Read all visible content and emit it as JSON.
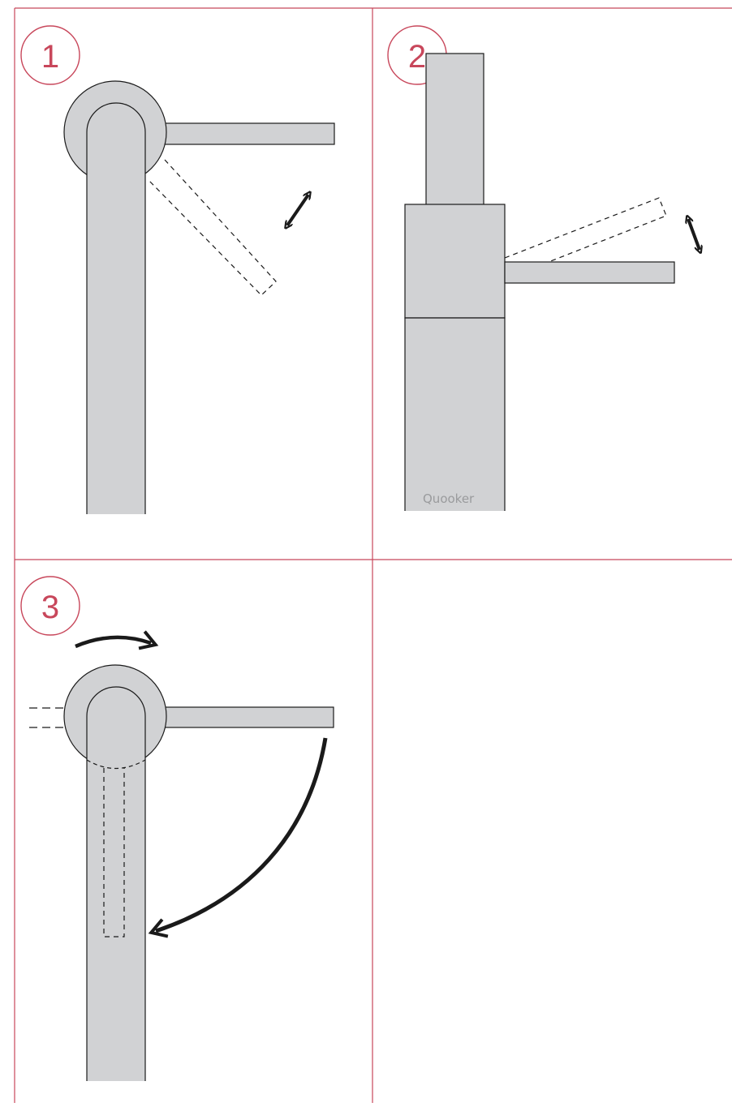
{
  "colors": {
    "frame": "#c8475b",
    "tap_fill": "#d1d2d4",
    "outline": "#1a1a1a",
    "arrow": "#1a1a1a",
    "brand_text": "#9a9b9d"
  },
  "steps": [
    {
      "number": "1",
      "icon": "lever-tilt-diagram"
    },
    {
      "number": "2",
      "icon": "lever-lift-diagram"
    },
    {
      "number": "3",
      "icon": "lever-rotate-diagram"
    }
  ],
  "brand": {
    "logo_text": "Quooker"
  },
  "icons": [
    "double-arrow-icon",
    "curved-arrow-icon"
  ]
}
